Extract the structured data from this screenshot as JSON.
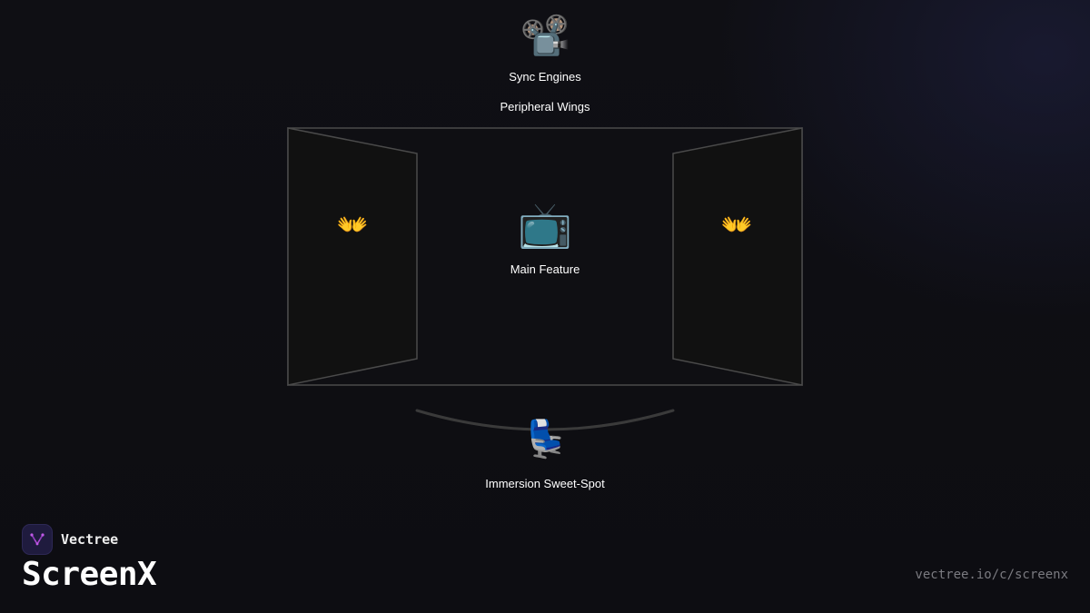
{
  "diagram": {
    "projector": {
      "icon": "movie-camera-icon",
      "glyph": "📽️",
      "label": "Sync Engines"
    },
    "wings_label": "Peripheral Wings",
    "left_wing": {
      "icon": "open-hands-icon",
      "glyph": "👐"
    },
    "right_wing": {
      "icon": "open-hands-icon",
      "glyph": "👐"
    },
    "main_screen": {
      "icon": "television-icon",
      "glyph": "📺",
      "label": "Main Feature"
    },
    "seat": {
      "icon": "seat-icon",
      "glyph": "💺",
      "label": "Immersion Sweet-Spot"
    }
  },
  "footer": {
    "brand": "Vectree",
    "product": "ScreenX",
    "url": "vectree.io/c/screenx"
  },
  "colors": {
    "background": "#0f0f14",
    "outline": "#4a4a4a",
    "wing_fill": "#111111",
    "brand_accent": "#b04ad8"
  }
}
